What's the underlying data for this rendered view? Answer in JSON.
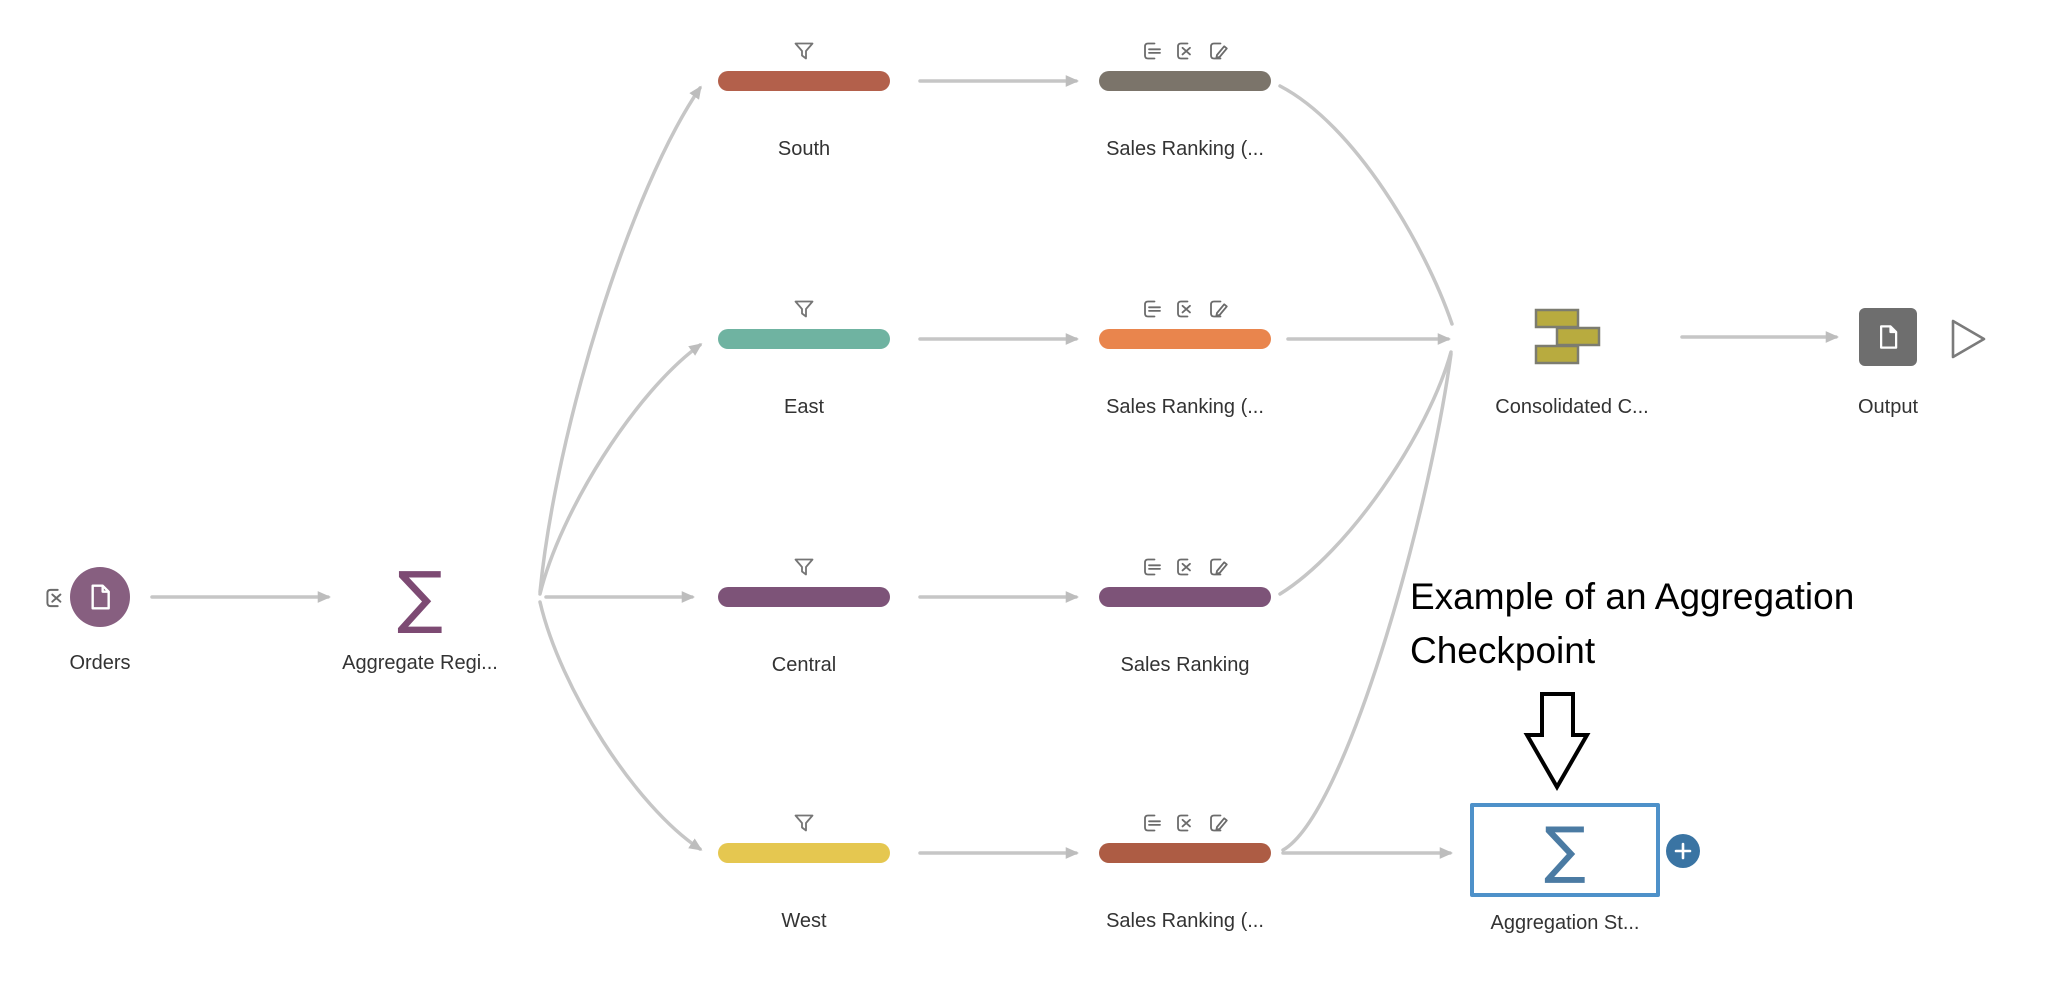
{
  "app": {
    "title": "Tableau Prep flow canvas"
  },
  "colors": {
    "connector": "#c6c6c6",
    "arrowhead": "#bdbdbd",
    "selection_accent": "#4e91c9",
    "plus_button": "#3a74a3",
    "aggregate_sigma": "#7d4a73",
    "checkpoint_sigma": "#4b7ba3",
    "orders_circle": "#875f80",
    "output_box": "#6e6e6e",
    "union_fill": "#b8ab3f",
    "label_text": "#333333",
    "annotation_text": "#000000"
  },
  "nodes": {
    "orders": {
      "label": "Orders"
    },
    "aggregate": {
      "label": "Aggregate Regi...",
      "symbol": "∑"
    },
    "branches": [
      {
        "filter": {
          "label": "South",
          "color": "#b3604b"
        },
        "step": {
          "label": "Sales Ranking (...",
          "color": "#7b746a"
        }
      },
      {
        "filter": {
          "label": "East",
          "color": "#6fb3a1"
        },
        "step": {
          "label": "Sales Ranking (...",
          "color": "#e9854d"
        }
      },
      {
        "filter": {
          "label": "Central",
          "color": "#7d5378"
        },
        "step": {
          "label": "Sales Ranking",
          "color": "#7d5378"
        }
      },
      {
        "filter": {
          "label": "West",
          "color": "#e5c750"
        },
        "step": {
          "label": "Sales Ranking (...",
          "color": "#ad5c44"
        }
      }
    ],
    "union": {
      "label": "Consolidated C..."
    },
    "output": {
      "label": "Output"
    },
    "checkpoint": {
      "label": "Aggregation St...",
      "symbol": "∑",
      "selected": true
    }
  },
  "annotation": {
    "text": "Example of an Aggregation Checkpoint"
  },
  "icons": {
    "filter_icon": "funnel",
    "changes_icon": "document-with-lines",
    "removed-field_icon": "document-with-x",
    "edited-field_icon": "document-with-pencil",
    "input_icon": "document-in-circle",
    "output_icon": "document-in-square",
    "union_icon": "three-stacked-rectangles",
    "aggregate_icon": "sigma",
    "run_icon": "play-triangle-outline",
    "add_icon": "plus-in-circle",
    "annotation-arrow_icon": "hollow-down-block-arrow"
  }
}
